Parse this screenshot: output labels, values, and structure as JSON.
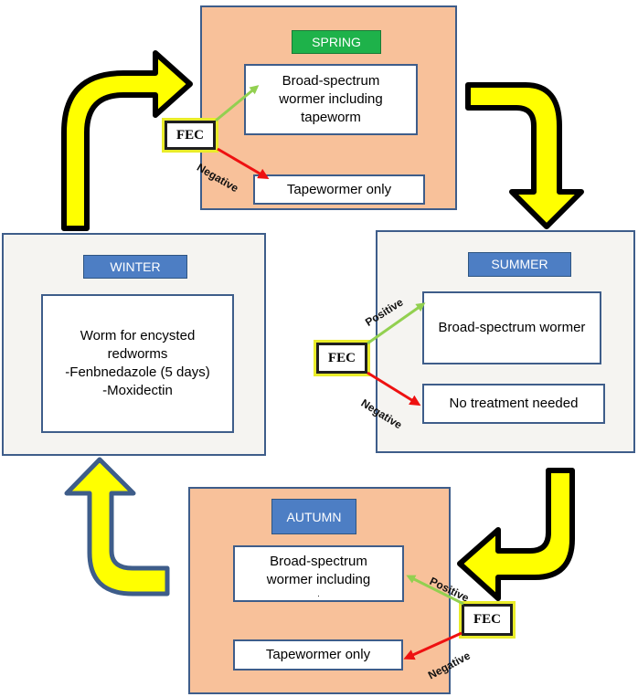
{
  "colors": {
    "season_tag_blue": "#4d7ec4",
    "season_tag_green": "#1eb24a",
    "panel_warm": "#f8c19a",
    "panel_cool": "#f5f4f1",
    "cycle_arrow_fill": "#ffff00",
    "positive_arrow": "#92d050",
    "negative_arrow": "#ee1111"
  },
  "spring": {
    "title": "SPRING",
    "positive_box": [
      "Broad-spectrum",
      "wormer including",
      "tapeworm"
    ],
    "negative_box": "Tapewormer only",
    "fec": "FEC",
    "negative_label": "Negative"
  },
  "summer": {
    "title": "SUMMER",
    "positive_box": "Broad-spectrum wormer",
    "negative_box": "No treatment needed",
    "fec": "FEC",
    "positive_label": "Positive",
    "negative_label": "Negative"
  },
  "autumn": {
    "title": "AUTUMN",
    "positive_box": [
      "Broad-spectrum",
      "wormer including",
      "."
    ],
    "negative_box": "Tapewormer only",
    "fec": "FEC",
    "positive_label": "Positive",
    "negative_label": "Negative"
  },
  "winter": {
    "title": "WINTER",
    "box": [
      "Worm for encysted",
      "redworms",
      "-Fenbnedazole (5 days)",
      "-Moxidectin"
    ]
  },
  "cycle_arrows": [
    "winter-to-spring",
    "spring-to-summer",
    "summer-to-autumn",
    "autumn-to-winter"
  ]
}
